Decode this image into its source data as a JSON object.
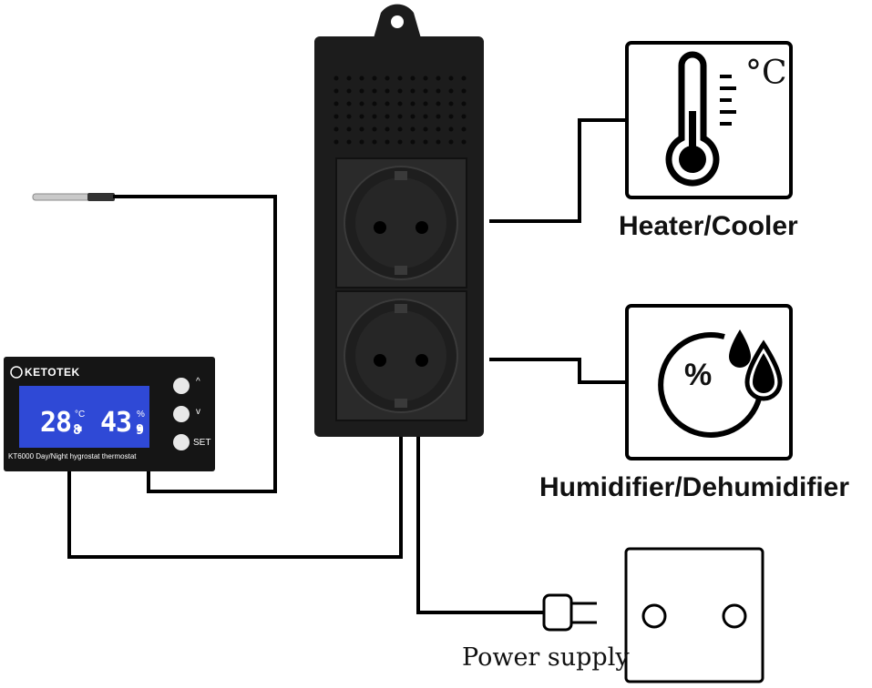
{
  "labels": {
    "heater": "Heater/Cooler",
    "humidifier": "Humidifier/Dehumidifier",
    "power": "Power supply"
  },
  "device": {
    "brand": "KETOTEK",
    "model_text": "KT6000 Day/Night hygrostat thermostat",
    "temperature": "28.",
    "temperature_decimal": "8",
    "temperature_unit": "°C",
    "humidity": "43.",
    "humidity_decimal": "9",
    "humidity_unit": "%",
    "set_label": "SET",
    "up_label": "^",
    "down_label": "v"
  },
  "icons": {
    "thermometer_unit": "°C",
    "humidity_symbol": "%"
  },
  "colors": {
    "lcd": "#2f49d6",
    "device_body": "#1c1c1c",
    "socket_panel": "#2a2a2a",
    "wire": "#000000"
  }
}
